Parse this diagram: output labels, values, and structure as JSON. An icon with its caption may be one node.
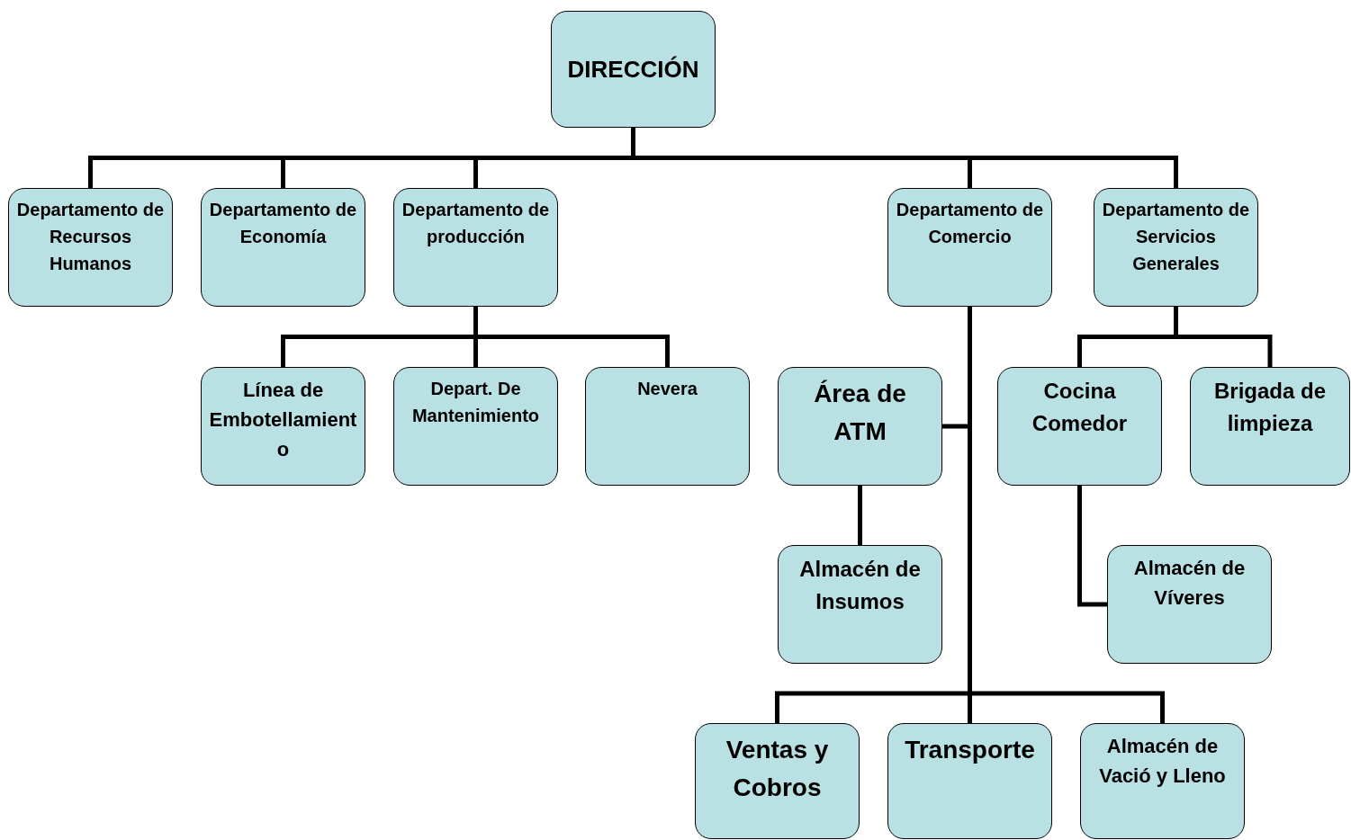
{
  "diagram": {
    "nodes": [
      {
        "text": [
          "DIRECCIÓN"
        ]
      },
      {
        "text": [
          "Departamento de Recursos Humanos"
        ]
      },
      {
        "text": [
          "Departamento de Economía"
        ]
      },
      {
        "text": [
          "Departamento de producción"
        ]
      },
      {
        "text": [
          "Departamento de Comercio"
        ]
      },
      {
        "text": [
          "Departamento de Servicios Generales"
        ]
      },
      {
        "text": [
          "Línea de Embotellamiento"
        ]
      },
      {
        "text": [
          "Depart. De Mantenimiento"
        ]
      },
      {
        "text": [
          "Nevera"
        ]
      },
      {
        "text": [
          "Área de ATM"
        ]
      },
      {
        "text": [
          "Cocina Comedor"
        ]
      },
      {
        "text": [
          "Brigada de limpieza"
        ]
      },
      {
        "text": [
          "Almacén de Insumos"
        ]
      },
      {
        "text": [
          "Almacén de Víveres"
        ]
      },
      {
        "text": [
          "Ventas y Cobros"
        ]
      },
      {
        "text": [
          "Transporte"
        ]
      },
      {
        "text": [
          "Almacén de Vació y Lleno"
        ]
      }
    ],
    "edges": [
      {
        "from": 0,
        "to": 1,
        "arrow": "none"
      },
      {
        "from": 0,
        "to": 2,
        "arrow": "none"
      },
      {
        "from": 0,
        "to": 3,
        "arrow": "none"
      },
      {
        "from": 0,
        "to": 4,
        "arrow": "none"
      },
      {
        "from": 0,
        "to": 5,
        "arrow": "none"
      },
      {
        "from": 3,
        "to": 6,
        "arrow": "none"
      },
      {
        "from": 3,
        "to": 7,
        "arrow": "none"
      },
      {
        "from": 3,
        "to": 8,
        "arrow": "none"
      },
      {
        "from": 4,
        "to": 9,
        "arrow": "none"
      },
      {
        "from": 5,
        "to": 10,
        "arrow": "none"
      },
      {
        "from": 5,
        "to": 11,
        "arrow": "none"
      },
      {
        "from": 9,
        "to": 12,
        "arrow": "none"
      },
      {
        "from": 10,
        "to": 13,
        "arrow": "none"
      },
      {
        "from": 4,
        "to": 14,
        "arrow": "none"
      },
      {
        "from": 4,
        "to": 15,
        "arrow": "none"
      },
      {
        "from": 4,
        "to": 16,
        "arrow": "none"
      }
    ]
  }
}
